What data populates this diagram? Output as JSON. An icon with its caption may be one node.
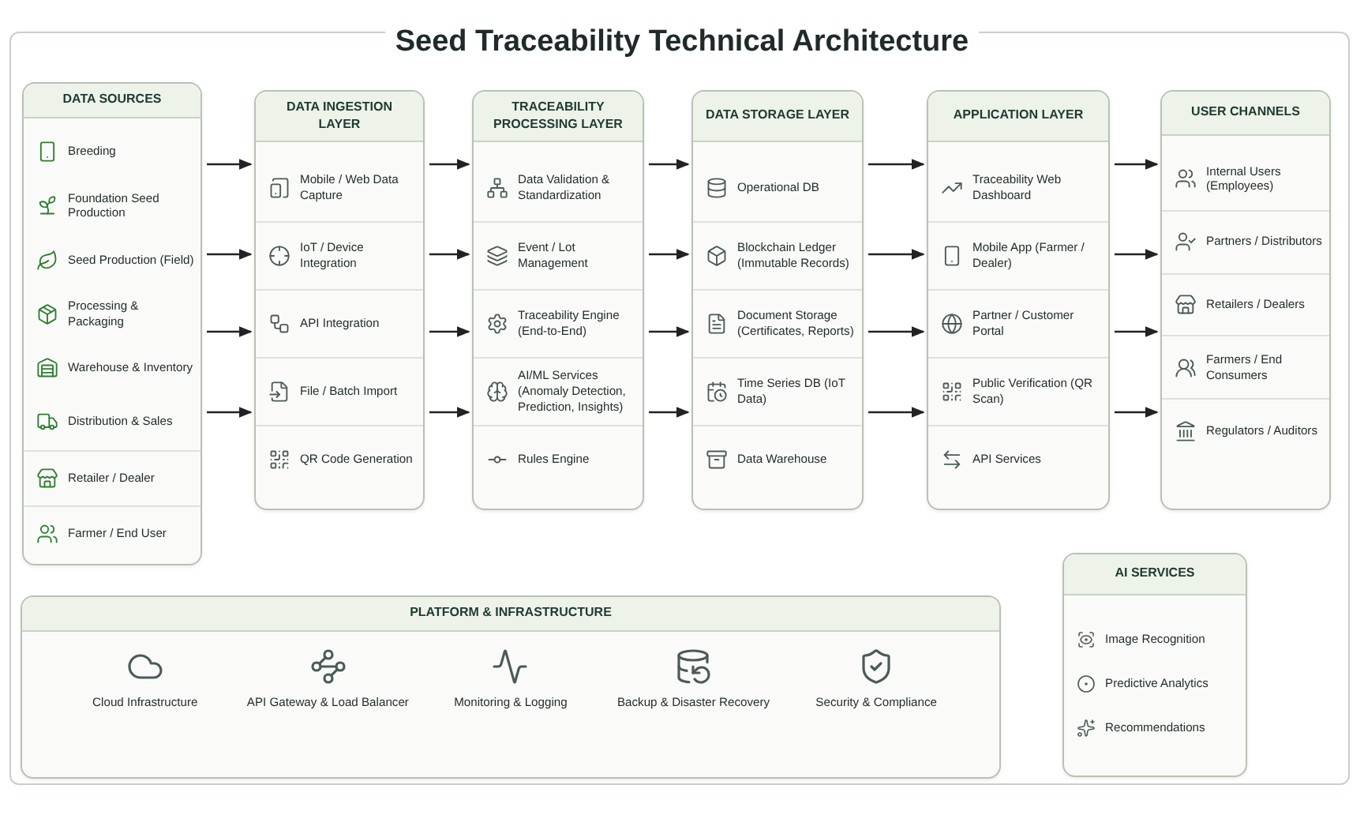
{
  "diagram": {
    "title": "**Seed Traceability** Technical Architecture",
    "nodes": [
      {
        "text": [
          "DATA SOURCES"
        ]
      },
      {
        "text": [
          "Breeding"
        ],
        "in": 0
      },
      {
        "text": [
          "Foundation Seed Production"
        ],
        "in": 0
      },
      {
        "text": [
          "Seed Production (Field)"
        ],
        "in": 0
      },
      {
        "text": [
          "Processing & Packaging"
        ],
        "in": 0
      },
      {
        "text": [
          "Warehouse & Inventory"
        ],
        "in": 0
      },
      {
        "text": [
          "Distribution & Sales"
        ],
        "in": 0
      },
      {
        "text": [
          "Retailer / Dealer"
        ],
        "in": 0
      },
      {
        "text": [
          "Farmer / End User"
        ],
        "in": 0
      },
      {
        "text": [
          "DATA INGESTION LAYER"
        ]
      },
      {
        "text": [
          "Mobile / Web Data Capture"
        ],
        "in": 9
      },
      {
        "text": [
          "IoT / Device Integration"
        ],
        "in": 9
      },
      {
        "text": [
          "API Integration"
        ],
        "in": 9
      },
      {
        "text": [
          "File / Batch Import"
        ],
        "in": 9
      },
      {
        "text": [
          "QR Code Generation"
        ],
        "in": 9
      },
      {
        "text": [
          "TRACEABILITY PROCESSING LAYER"
        ]
      },
      {
        "text": [
          "Data Validation & Standardization"
        ],
        "in": 15
      },
      {
        "text": [
          "Event / Lot Management"
        ],
        "in": 15
      },
      {
        "text": [
          "Traceability Engine (End-to-End)"
        ],
        "in": 15
      },
      {
        "text": [
          "AI/ML Services (Anomaly Detection, Prediction, Insights)"
        ],
        "in": 15
      },
      {
        "text": [
          "Rules Engine"
        ],
        "in": 15
      },
      {
        "text": [
          "DATA STORAGE LAYER"
        ]
      },
      {
        "text": [
          "Operational DB"
        ],
        "in": 21
      },
      {
        "text": [
          "Blockchain Ledger (Immutable Records)"
        ],
        "in": 21
      },
      {
        "text": [
          "Document Storage (Certificates, Reports)"
        ],
        "in": 21
      },
      {
        "text": [
          "Time Series DB (IoT Data)"
        ],
        "in": 21
      },
      {
        "text": [
          "Data Warehouse"
        ],
        "in": 21
      },
      {
        "text": [
          "APPLICATION LAYER"
        ]
      },
      {
        "text": [
          "Traceability Web Dashboard"
        ],
        "in": 27
      },
      {
        "text": [
          "Mobile App (Farmer / Dealer)"
        ],
        "in": 27
      },
      {
        "text": [
          "Partner / Customer Portal"
        ],
        "in": 27
      },
      {
        "text": [
          "Public Verification (QR Scan)"
        ],
        "in": 27
      },
      {
        "text": [
          "API Services"
        ],
        "in": 27
      },
      {
        "text": [
          "USER CHANNELS"
        ]
      },
      {
        "text": [
          "Internal Users (Employees)"
        ],
        "in": 33
      },
      {
        "text": [
          "Partners / Distributors"
        ],
        "in": 33
      },
      {
        "text": [
          "Retailers / Dealers"
        ],
        "in": 33
      },
      {
        "text": [
          "Farmers / End Consumers"
        ],
        "in": 33
      },
      {
        "text": [
          "Regulators / Auditors"
        ],
        "in": 33
      },
      {
        "text": [
          "PLATFORM & INFRASTRUCTURE"
        ]
      },
      {
        "text": [
          "Cloud Infrastructure"
        ],
        "in": 39
      },
      {
        "text": [
          "API Gateway & Load Balancer"
        ],
        "in": 39
      },
      {
        "text": [
          "Monitoring & Logging"
        ],
        "in": 39
      },
      {
        "text": [
          "Backup & Disaster Recovery"
        ],
        "in": 39
      },
      {
        "text": [
          "Security & Compliance"
        ],
        "in": 39
      },
      {
        "text": [
          "AI SERVICES"
        ]
      },
      {
        "text": [
          "Image Recognition"
        ],
        "in": 45
      },
      {
        "text": [
          "Predictive Analytics"
        ],
        "in": 45
      },
      {
        "text": [
          "Recommendations"
        ],
        "in": 45
      }
    ],
    "edges": [
      {
        "from": 0,
        "to": 9,
        "arrow": "to"
      },
      {
        "from": 0,
        "to": 9,
        "arrow": "to"
      },
      {
        "from": 0,
        "to": 9,
        "arrow": "to"
      },
      {
        "from": 0,
        "to": 9,
        "arrow": "to"
      },
      {
        "from": 9,
        "to": 15,
        "arrow": "to"
      },
      {
        "from": 9,
        "to": 15,
        "arrow": "to"
      },
      {
        "from": 9,
        "to": 15,
        "arrow": "to"
      },
      {
        "from": 9,
        "to": 15,
        "arrow": "to"
      },
      {
        "from": 15,
        "to": 21,
        "arrow": "to"
      },
      {
        "from": 15,
        "to": 21,
        "arrow": "to"
      },
      {
        "from": 15,
        "to": 21,
        "arrow": "to"
      },
      {
        "from": 15,
        "to": 21,
        "arrow": "to"
      },
      {
        "from": 21,
        "to": 27,
        "arrow": "to"
      },
      {
        "from": 21,
        "to": 27,
        "arrow": "to"
      },
      {
        "from": 21,
        "to": 27,
        "arrow": "to"
      },
      {
        "from": 21,
        "to": 27,
        "arrow": "to"
      },
      {
        "from": 27,
        "to": 33,
        "arrow": "to"
      },
      {
        "from": 27,
        "to": 33,
        "arrow": "to"
      },
      {
        "from": 27,
        "to": 33,
        "arrow": "to"
      },
      {
        "from": 27,
        "to": 33,
        "arrow": "to"
      }
    ]
  }
}
